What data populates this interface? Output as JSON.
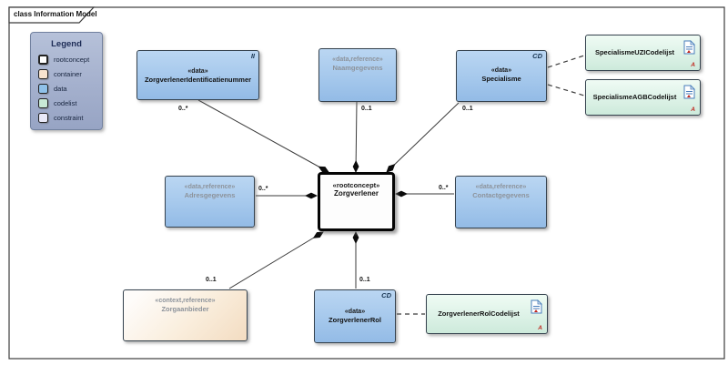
{
  "frame": {
    "title": "class Information Model"
  },
  "legend": {
    "title": "Legend",
    "items": [
      {
        "label": "rootconcept",
        "color": "#ffffff"
      },
      {
        "label": "container",
        "color": "#f7e3cf"
      },
      {
        "label": "data",
        "color": "#8fc1e9"
      },
      {
        "label": "codelist",
        "color": "#c8e9d5"
      },
      {
        "label": "constraint",
        "color": "#e9e9f8"
      }
    ]
  },
  "nodes": {
    "identificatienummer": {
      "stereotype": "«data»",
      "name": "ZorgverlenerIdentificatienummer",
      "corner": "II"
    },
    "naamgegevens": {
      "stereotype": "«data,reference»",
      "name": "Naamgegevens"
    },
    "specialisme": {
      "stereotype": "«data»",
      "name": "Specialisme",
      "corner": "CD"
    },
    "uzicodelijst": {
      "name": "SpecialismeUZICodelijst"
    },
    "agbcodelijst": {
      "name": "SpecialismeAGBCodelijst"
    },
    "adresgegevens": {
      "stereotype": "«data,reference»",
      "name": "Adresgegevens"
    },
    "zorgverlener": {
      "stereotype": "«rootconcept»",
      "name": "Zorgverlener"
    },
    "contactgegevens": {
      "stereotype": "«data,reference»",
      "name": "Contactgegevens"
    },
    "zorgaanbieder": {
      "stereotype": "«context,reference»",
      "name": "Zorgaanbieder"
    },
    "zorgverlenerrol": {
      "stereotype": "«data»",
      "name": "ZorgverlenerRol",
      "corner": "CD"
    },
    "rolcodelijst": {
      "name": "ZorgverlenerRolCodelijst"
    }
  },
  "multiplicities": {
    "identificatienummer": "0..*",
    "naamgegevens": "0..1",
    "specialisme": "0..1",
    "adresgegevens": "0..*",
    "contactgegevens": "0..*",
    "zorgaanbieder": "0..1",
    "zorgverlenerrol": "0..1"
  },
  "markers": {
    "red_a": "A"
  }
}
